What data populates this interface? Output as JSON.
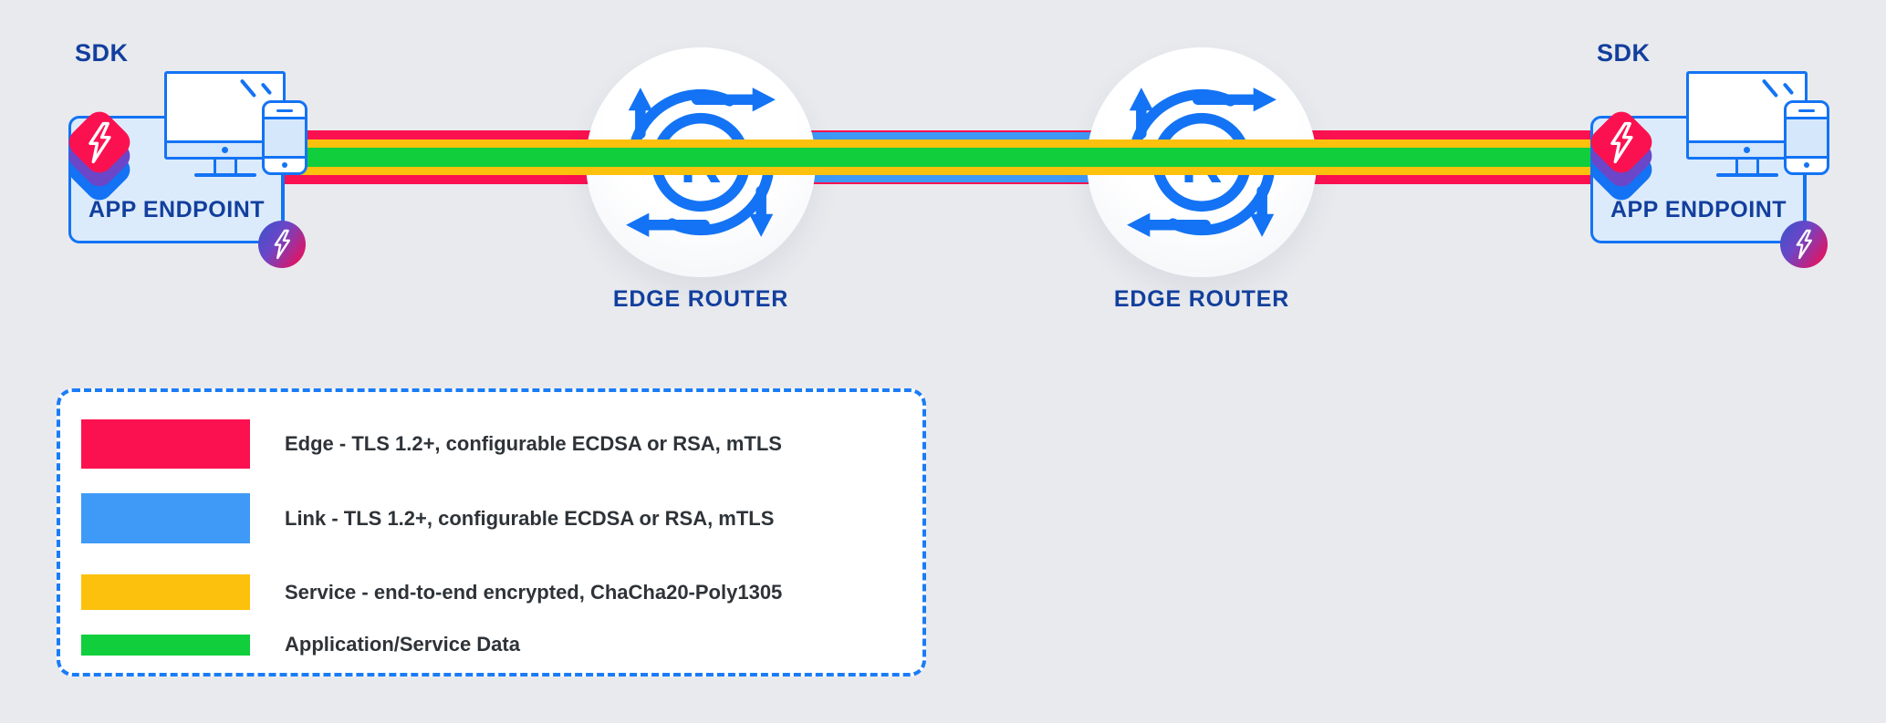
{
  "colors": {
    "background": "#e8eaee",
    "edge_red": "#fb1150",
    "link_blue": "#3f99f7",
    "service_yellow": "#fcc10d",
    "data_green": "#10ce3c",
    "device_blue": "#1373f4",
    "navy": "#123f9d",
    "endpoint_fill": "#dcebfc",
    "sdk_purple": "#6b46c8",
    "badge_indigo": "#3f51c9",
    "badge_pink": "#e8115d",
    "legend_border": "#1a7cf7",
    "legend_text": "#2e3338"
  },
  "endpoints": {
    "left": {
      "sdk_label": "SDK",
      "label": "APP ENDPOINT"
    },
    "right": {
      "sdk_label": "SDK",
      "label": "APP ENDPOINT"
    }
  },
  "routers": {
    "left": {
      "label": "EDGE ROUTER",
      "icon_letter": "R"
    },
    "right": {
      "label": "EDGE ROUTER",
      "icon_letter": "R"
    }
  },
  "legend": {
    "items": [
      {
        "key": "edge",
        "label": "Edge - TLS 1.2+, configurable ECDSA or RSA, mTLS"
      },
      {
        "key": "link",
        "label": "Link - TLS 1.2+, configurable ECDSA or RSA, mTLS"
      },
      {
        "key": "service",
        "label": "Service - end-to-end encrypted, ChaCha20-Poly1305"
      },
      {
        "key": "data",
        "label": "Application/Service Data"
      }
    ]
  }
}
